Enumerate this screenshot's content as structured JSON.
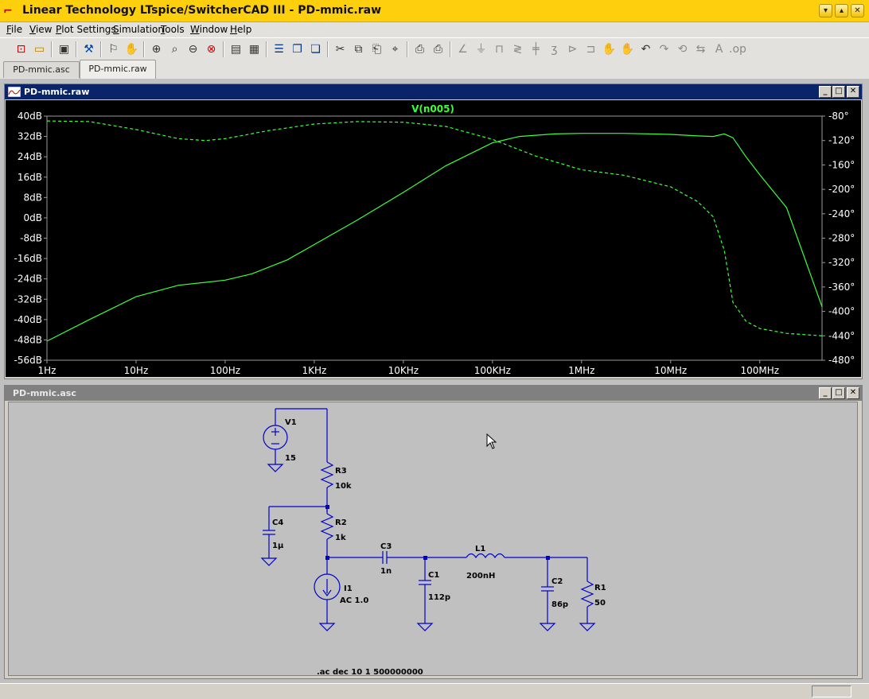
{
  "window": {
    "title": "Linear Technology LTspice/SwitcherCAD III - PD-mmic.raw",
    "accent": "#fdcf0c"
  },
  "menu": [
    {
      "label": "File",
      "u": "F",
      "rest": "ile"
    },
    {
      "label": "View",
      "u": "V",
      "rest": "iew"
    },
    {
      "label": "Plot Settings",
      "u": "P",
      "rest": "lot Settings"
    },
    {
      "label": "Simulation",
      "u": "S",
      "rest": "imulation"
    },
    {
      "label": "Tools",
      "u": "T",
      "rest": "ools"
    },
    {
      "label": "Window",
      "u": "W",
      "rest": "indow"
    },
    {
      "label": "Help",
      "u": "H",
      "rest": "elp"
    }
  ],
  "tabs": [
    {
      "label": "PD-mmic.asc",
      "active": false
    },
    {
      "label": "PD-mmic.raw",
      "active": true
    }
  ],
  "plot_window": {
    "title": "PD-mmic.raw",
    "trace_label": "V(n005)",
    "trace_color": "#3cff3c"
  },
  "chart_data": {
    "type": "line",
    "title": "V(n005)",
    "x_scale": "log",
    "x_ticks": [
      "1Hz",
      "10Hz",
      "100Hz",
      "1KHz",
      "10KHz",
      "100KHz",
      "1MHz",
      "10MHz",
      "100MHz"
    ],
    "xlim": [
      1,
      500000000
    ],
    "y_left_ticks": [
      "40dB",
      "32dB",
      "24dB",
      "16dB",
      "8dB",
      "0dB",
      "-8dB",
      "-16dB",
      "-24dB",
      "-32dB",
      "-40dB",
      "-48dB",
      "-56dB"
    ],
    "ylim_left": [
      -56,
      40
    ],
    "y_right_ticks": [
      "-80°",
      "-120°",
      "-160°",
      "-200°",
      "-240°",
      "-280°",
      "-320°",
      "-360°",
      "-400°",
      "-440°",
      "-480°"
    ],
    "ylim_right": [
      -480,
      -80
    ],
    "grid": false,
    "series": [
      {
        "style": "solid",
        "axis": "left",
        "x": [
          1,
          3,
          10,
          30,
          100,
          200,
          500,
          1000,
          3000,
          10000,
          30000,
          100000,
          200000,
          500000,
          1000000,
          3000000,
          10000000,
          20000000,
          30000000,
          40000000,
          50000000,
          70000000,
          100000000,
          200000000,
          500000000
        ],
        "y": [
          -48.5,
          -40,
          -31,
          -26.5,
          -24.5,
          -22,
          -16.5,
          -10.5,
          -1,
          10,
          20.5,
          29.5,
          32,
          33,
          33.2,
          33.2,
          32.8,
          32.2,
          32,
          33,
          31.5,
          24,
          17,
          4,
          -35
        ]
      },
      {
        "style": "dashed",
        "axis": "right",
        "x": [
          1,
          3,
          10,
          30,
          60,
          100,
          300,
          1000,
          3000,
          10000,
          30000,
          100000,
          300000,
          1000000,
          3000000,
          10000000,
          20000000,
          30000000,
          40000000,
          50000000,
          70000000,
          100000000,
          200000000,
          500000000
        ],
        "y": [
          -88,
          -89,
          -102,
          -117,
          -120,
          -117,
          -104,
          -93,
          -89,
          -90,
          -97,
          -118,
          -145,
          -168,
          -177,
          -196,
          -220,
          -245,
          -300,
          -385,
          -416,
          -428,
          -436,
          -440
        ]
      }
    ]
  },
  "schematic_window": {
    "title": "PD-mmic.asc"
  },
  "schematic": {
    "wire_color": "#0000cc",
    "labels": {
      "V1": "V1",
      "V1_val": "15",
      "R3": "R3",
      "R3_val": "10k",
      "R2": "R2",
      "R2_val": "1k",
      "C4": "C4",
      "C4_val": "1µ",
      "C3": "C3",
      "C3_val": "1n",
      "C1": "C1",
      "C1_val": "112p",
      "L1": "L1",
      "L1_val": "200nH",
      "C2": "C2",
      "C2_val": "86p",
      "R1": "R1",
      "R1_val": "50",
      "I1": "I1",
      "I1_val": "AC 1.0"
    },
    "directive": ".ac dec 10 1 500000000"
  }
}
